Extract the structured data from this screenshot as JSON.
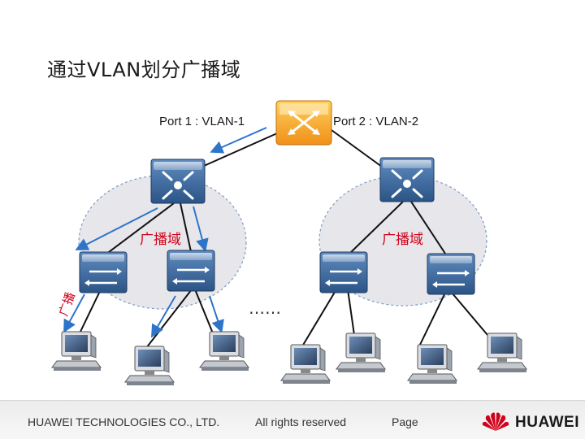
{
  "slide": {
    "title": "通过VLAN划分广播域"
  },
  "diagram": {
    "port1_label": "Port 1 : VLAN-1",
    "port2_label": "Port 2 : VLAN-2",
    "domain_left_label": "广播域",
    "domain_right_label": "广播域",
    "broadcast_label": "广播",
    "ellipsis": "……",
    "colors": {
      "router_fill": "#f5a623",
      "switch_fill": "#3e6b9e",
      "arrow_color": "#2e74c9",
      "domain_fill": "#e8e8ec",
      "domain_stroke": "#7c9cc8",
      "label_red": "#d0021b"
    }
  },
  "footer": {
    "company": "HUAWEI TECHNOLOGIES CO., LTD.",
    "rights": "All rights reserved",
    "page": "Page",
    "brand": "HUAWEI",
    "brand_color": "#d0021b"
  }
}
